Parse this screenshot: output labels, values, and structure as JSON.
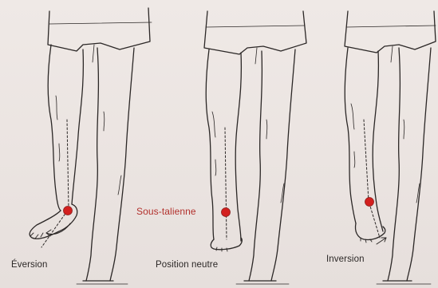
{
  "labels": {
    "eversion": "Éversion",
    "neutral": "Position neutre",
    "inversion": "Inversion",
    "subtalar": "Sous-talienne"
  },
  "colors": {
    "joint_marker": "#d3201f",
    "subtalar_label": "#b2302c",
    "ink": "#2b2726",
    "paper": "#ebe4e1"
  }
}
